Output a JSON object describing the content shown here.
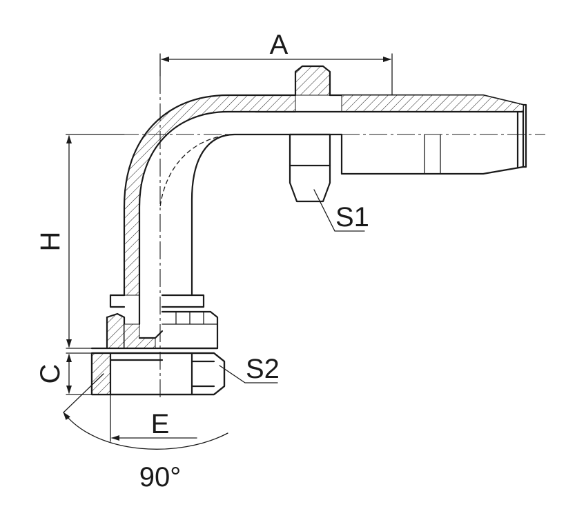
{
  "diagram": {
    "labels": {
      "a": "A",
      "h": "H",
      "c": "C",
      "e": "E",
      "s1": "S1",
      "s2": "S2",
      "angle": "90°"
    }
  }
}
